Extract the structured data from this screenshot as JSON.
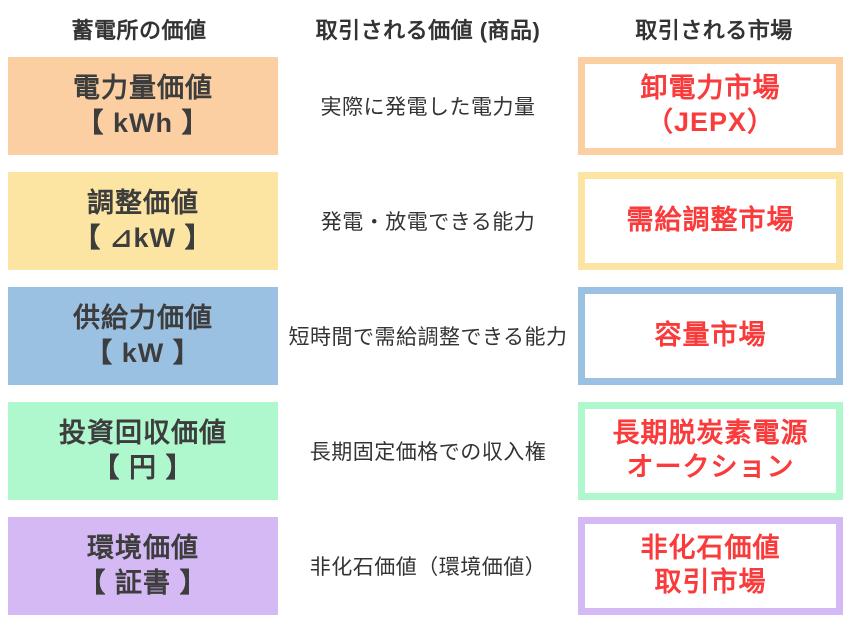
{
  "header": {
    "storage_value": "蓄電所の価値",
    "traded_commodity": "取引される価値 (商品)",
    "traded_market": "取引される市場"
  },
  "palette": {
    "market_text_red": "#F93B3B",
    "dark_text": "#3d3d3d"
  },
  "rows": [
    {
      "color": "#FBCFA2",
      "value_title": "電力量価値",
      "value_unit": "【 kWh 】",
      "commodity": "実際に発電した電力量",
      "market_line1": "卸電力市場",
      "market_line2": "（JEPX）"
    },
    {
      "color": "#FCE5A3",
      "value_title": "調整価値",
      "value_unit": "【 ⊿kW 】",
      "commodity": "発電・放電できる能力",
      "market_line1": "需給調整市場",
      "market_line2": ""
    },
    {
      "color": "#9AC0E2",
      "value_title": "供給力価値",
      "value_unit": "【 kW 】",
      "commodity": "短時間で需給調整できる能力",
      "market_line1": "容量市場",
      "market_line2": ""
    },
    {
      "color": "#AFF8CE",
      "value_title": "投資回収価値",
      "value_unit": "【 円 】",
      "commodity": "長期固定価格での収入権",
      "market_line1": "長期脱炭素電源",
      "market_line2": "オークション"
    },
    {
      "color": "#D5B9F4",
      "value_title": "環境価値",
      "value_unit": "【 証書 】",
      "commodity": "非化石価値（環境価値）",
      "market_line1": "非化石価値",
      "market_line2": "取引市場"
    }
  ]
}
